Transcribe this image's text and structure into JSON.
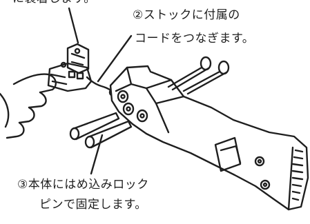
{
  "annotations": {
    "top_cut_text": "に装着します。",
    "step2_line1": "②ストックに付属の",
    "step2_line2": "コードをつなぎます。",
    "step3_line1": "③本体にはめ込みロック",
    "step3_line2": "ピンで固定します。"
  },
  "colors": {
    "ink": "#1e1e1e",
    "stock_fill": "#ffffff",
    "background": "#ffffff"
  }
}
